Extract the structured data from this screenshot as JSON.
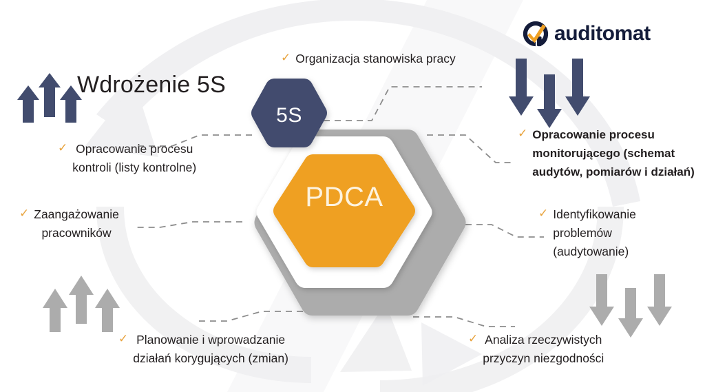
{
  "title": "Wdrożenie 5S",
  "brand": {
    "name": "auditomat",
    "logo_icon": "q-check-logo-icon",
    "text_color": "#141C3A",
    "check_color": "#EFA023"
  },
  "colors": {
    "navy": "#424C6E",
    "orange": "#EFA023",
    "gray": "#ACACAC",
    "white": "#FFFFFF",
    "check": "#E8A33D",
    "text": "#231F20",
    "connector": "#8C8C8C",
    "watermark": "#EFEFF1"
  },
  "hexagons": [
    {
      "id": "hex-5s",
      "label": "5S",
      "fill": "#424C6E",
      "text_color": "#FFFFFF"
    },
    {
      "id": "hex-outer-gray",
      "label": "",
      "fill": "#ACACAC",
      "text_color": ""
    },
    {
      "id": "hex-mid-white",
      "label": "",
      "fill": "#FFFFFF",
      "text_color": ""
    },
    {
      "id": "hex-pdca",
      "label": "PDCA",
      "fill": "#EFA023",
      "text_color": "#FDF3DF"
    }
  ],
  "items": [
    {
      "id": "organizacja-stanowiska-pracy",
      "bullet": "✓",
      "bold": false,
      "lines": [
        "Organizacja stanowiska pracy"
      ]
    },
    {
      "id": "opracowanie-procesu-monitorujacego",
      "bullet": "✓",
      "bold": true,
      "lines": [
        "Opracowanie procesu",
        "monitorującego (schemat",
        "audytów, pomiarów i działań)"
      ]
    },
    {
      "id": "opracowanie-procesu-kontroli",
      "bullet": "✓",
      "bold": false,
      "lines": [
        "Opracowanie procesu",
        "kontroli (listy kontrolne)"
      ]
    },
    {
      "id": "zaangazowanie-pracownikow",
      "bullet": "✓",
      "bold": false,
      "lines": [
        "Zaangażowanie",
        "pracowników"
      ]
    },
    {
      "id": "identyfikowanie-problemow",
      "bullet": "✓",
      "bold": false,
      "lines": [
        "Identyfikowanie",
        "problemów",
        "(audytowanie)"
      ]
    },
    {
      "id": "planowanie-i-wprowadzanie",
      "bullet": "✓",
      "bold": false,
      "lines": [
        "Planowanie i wprowadzanie",
        "działań korygujących (zmian)"
      ]
    },
    {
      "id": "analiza-rzeczywistych-przyczyn",
      "bullet": "✓",
      "bold": false,
      "lines": [
        "Analiza rzeczywistych",
        "przyczyn niezgodności"
      ]
    }
  ],
  "arrow_groups": [
    {
      "id": "arrows-top-left",
      "direction": "up",
      "color": "#424C6E",
      "count": 3
    },
    {
      "id": "arrows-top-right",
      "direction": "down",
      "color": "#424C6E",
      "count": 3
    },
    {
      "id": "arrows-bottom-left",
      "direction": "up",
      "color": "#ACACAC",
      "count": 3
    },
    {
      "id": "arrows-bottom-right",
      "direction": "down",
      "color": "#ACACAC",
      "count": 3
    }
  ]
}
